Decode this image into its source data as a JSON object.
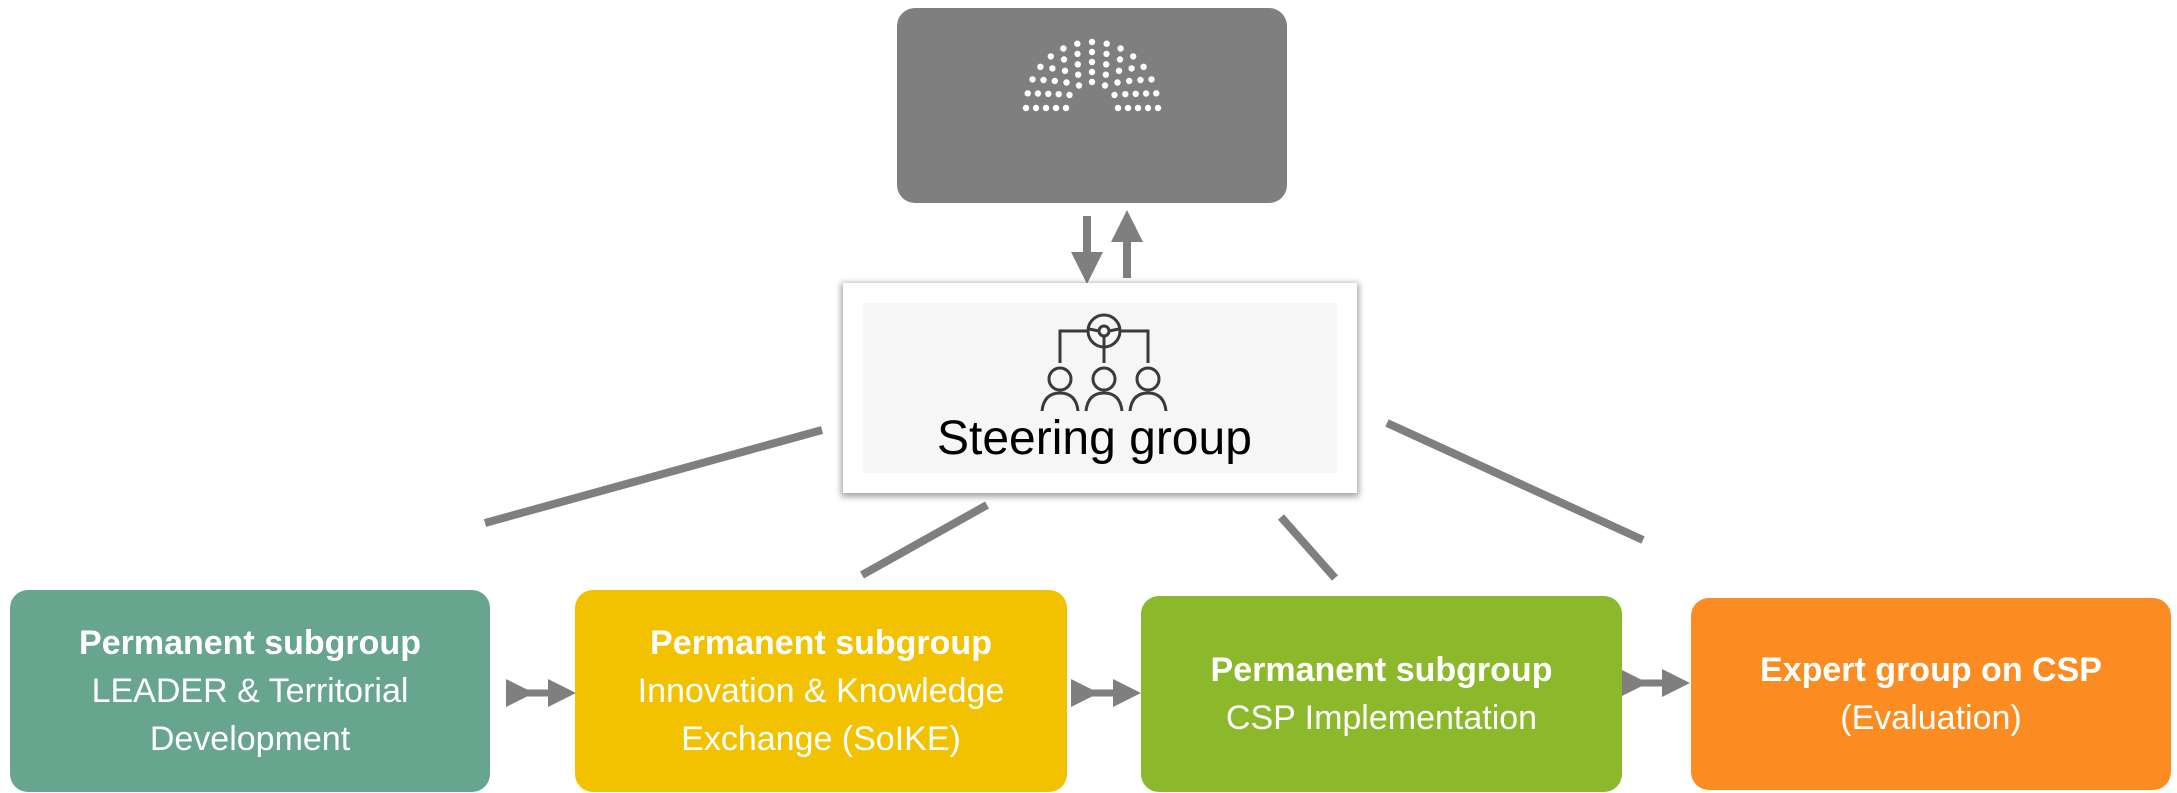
{
  "colors": {
    "parliament_box": "#7f7f7f",
    "connector": "#7f7f7f",
    "leader_box": "#67a58f",
    "soike_box": "#f2c200",
    "csp_impl_box": "#8cb82c",
    "expert_box": "#fb8c22"
  },
  "icons": {
    "parliament": "parliament-hemicycle-icon",
    "steering": "steering-committee-icon"
  },
  "steering": {
    "label": "Steering group"
  },
  "groups": [
    {
      "title": "Permanent subgroup",
      "line1": "LEADER & Territorial",
      "line2": "Development"
    },
    {
      "title": "Permanent subgroup",
      "line1": "Innovation & Knowledge",
      "line2": "Exchange (SoIKE)"
    },
    {
      "title": "Permanent subgroup",
      "line1": "CSP Implementation",
      "line2": ""
    },
    {
      "title": "Expert group on CSP",
      "line1": "(Evaluation)",
      "line2": ""
    }
  ]
}
